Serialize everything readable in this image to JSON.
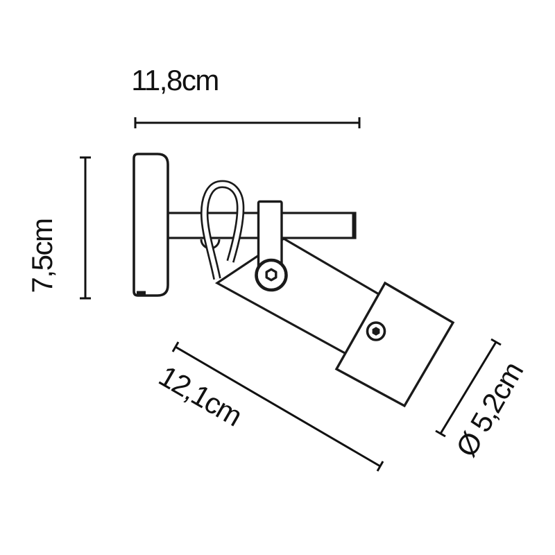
{
  "drawing": {
    "type": "technical-dimension-diagram",
    "subject": "adjustable wall spotlight side view",
    "unit": "cm",
    "dims": {
      "width_label": "11,8cm",
      "height_label": "7,5cm",
      "length_label": "12,1cm",
      "diameter_label": "Ø 5,2cm"
    },
    "colors": {
      "line": "#1a1a1a",
      "text": "#111111",
      "background": "#ffffff"
    }
  }
}
